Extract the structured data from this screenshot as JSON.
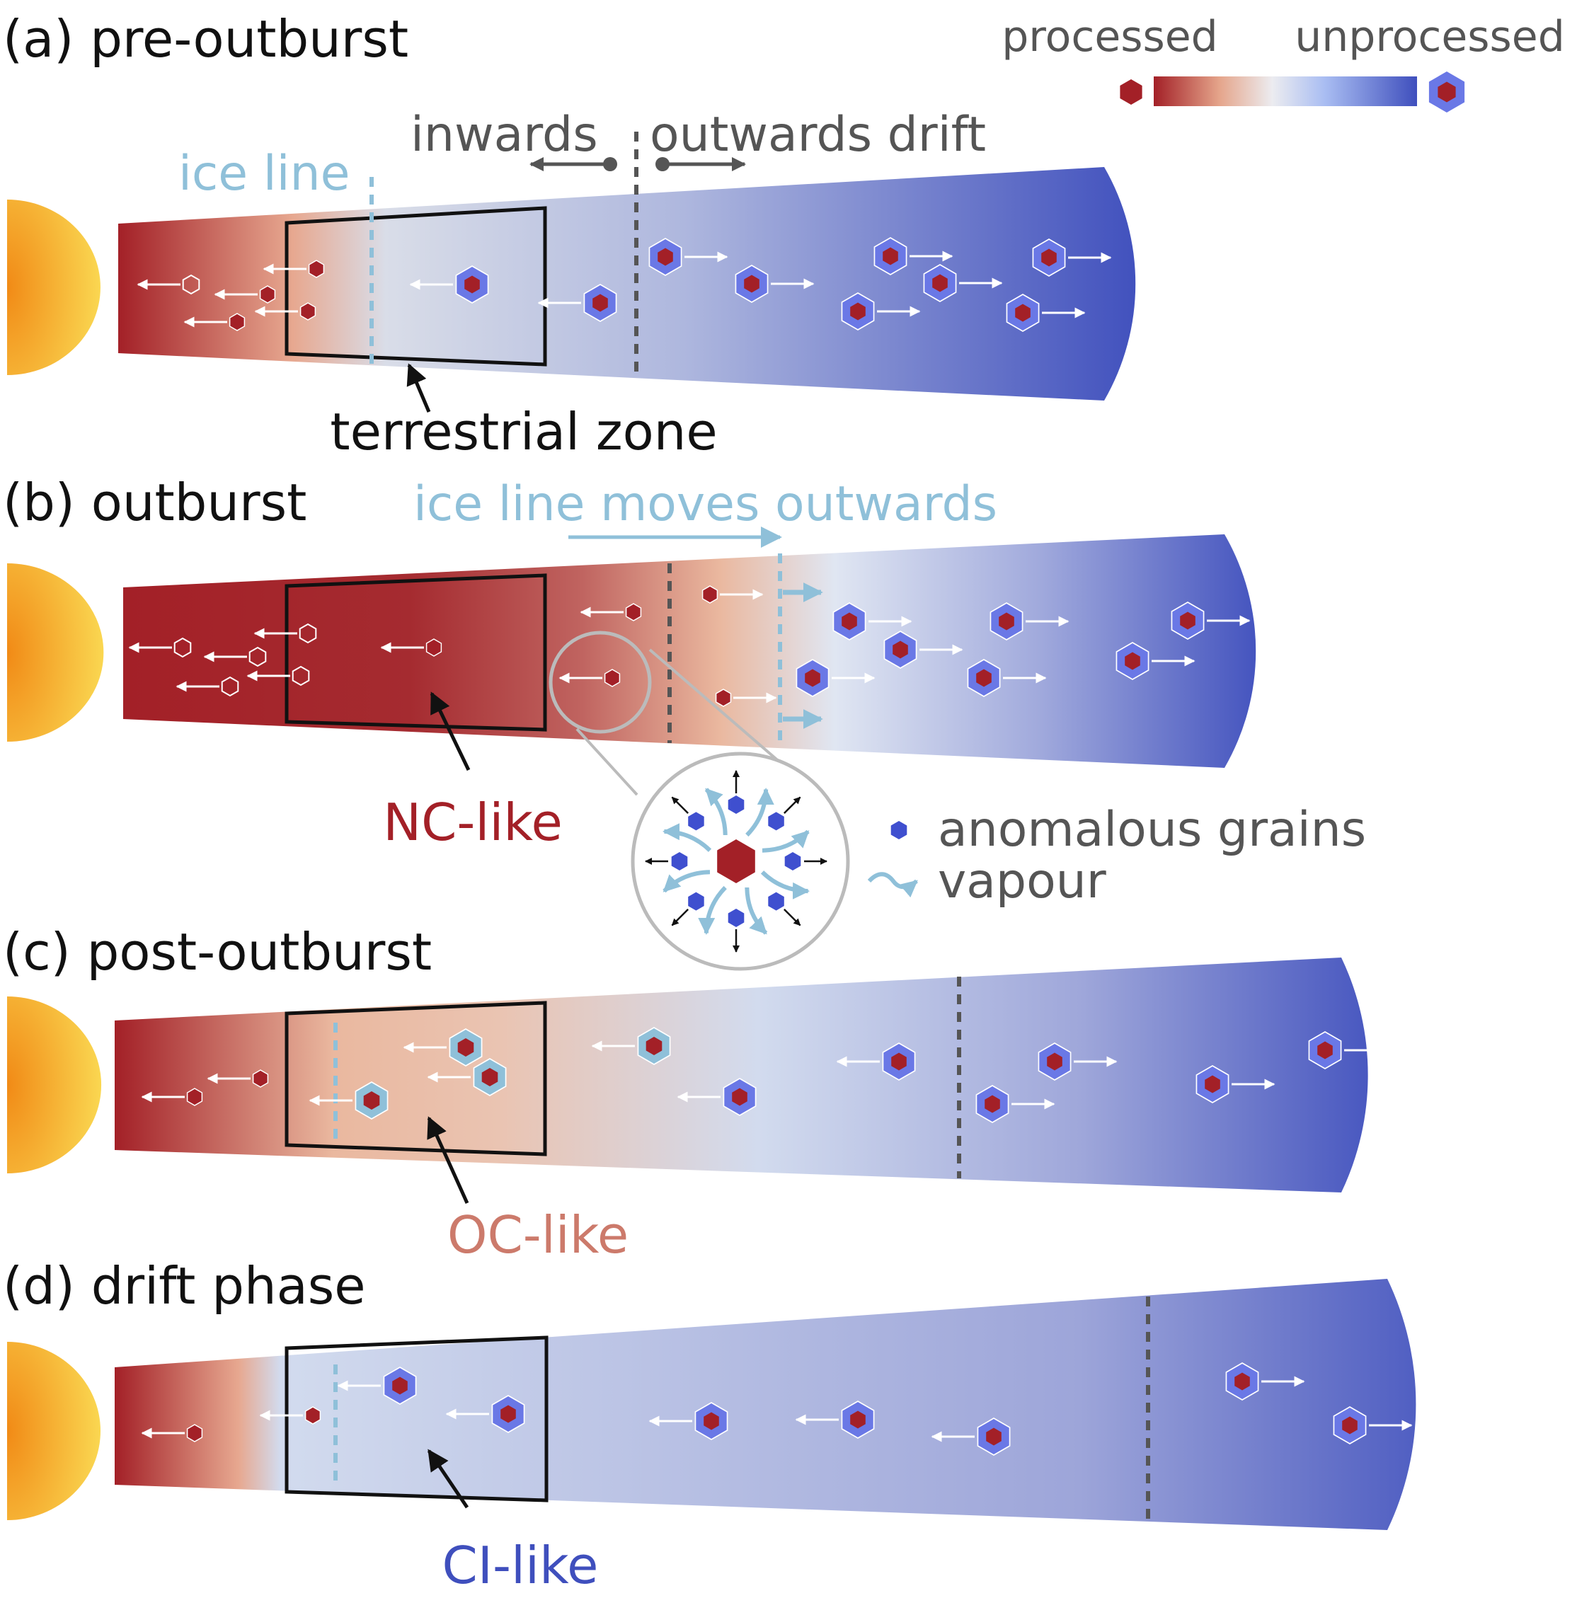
{
  "colors": {
    "processed": "#a32027",
    "processed_light": "#eab89f",
    "unprocessed": "#3f4fbd",
    "unprocessed_light": "#d2dbee",
    "ice": "#8fc0d9",
    "grey": "#555555",
    "oc": "#cc7a6b",
    "star_core": "#f18a16",
    "star_edge": "#fad751"
  },
  "legend": {
    "processed_label": "processed",
    "unprocessed_label": "unprocessed",
    "anomalous_label": "anomalous grains",
    "vapour_label": "vapour"
  },
  "panels": {
    "a": {
      "label": "(a) pre-outburst",
      "ice_line_label": "ice line",
      "inwards_label": "inwards",
      "outwards_label": "outwards drift",
      "zone_label": "terrestrial zone"
    },
    "b": {
      "label": "(b) outburst",
      "ice_line_moves_label": "ice line moves outwards",
      "zone_label": "NC-like"
    },
    "c": {
      "label": "(c) post-outburst",
      "zone_label": "OC-like"
    },
    "d": {
      "label": "(d) drift phase",
      "zone_label": "CI-like"
    }
  }
}
